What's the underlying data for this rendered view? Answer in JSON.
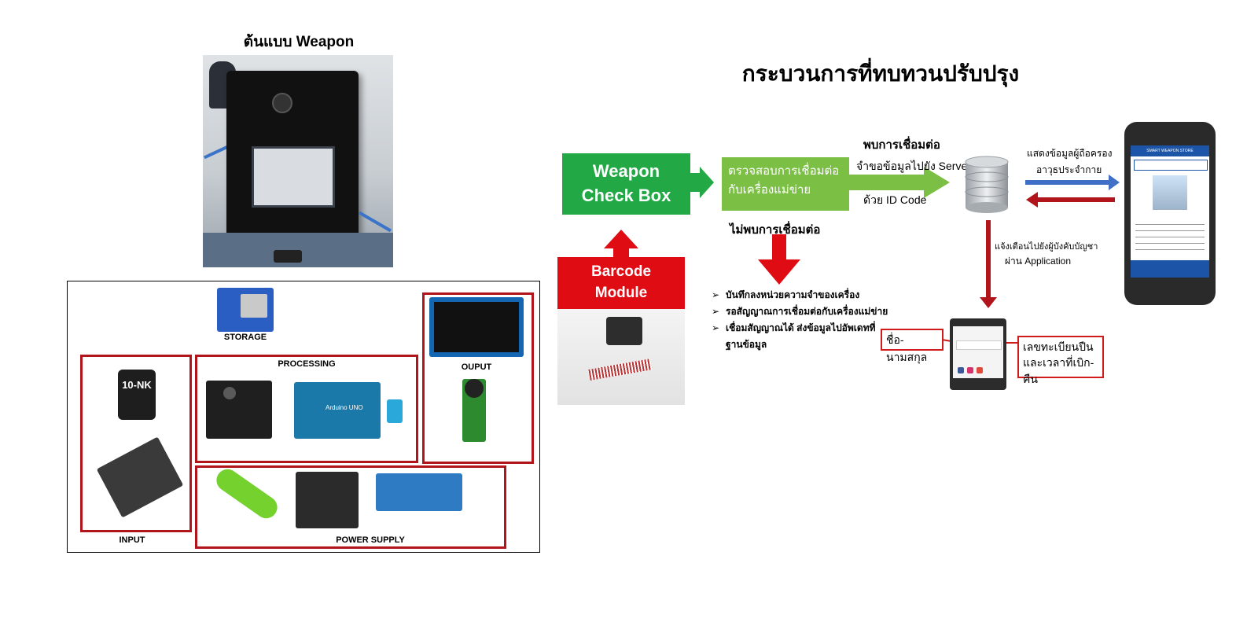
{
  "prototype": {
    "title": "ต้นแบบ Weapon"
  },
  "hardware": {
    "storage_label": "STORAGE",
    "processing_label": "PROCESSING",
    "output_label": "OUPUT",
    "input_label": "INPUT",
    "power_label": "POWER SUPPLY",
    "keypad_text": "10-NK",
    "board_text": "Arduino UNO"
  },
  "process": {
    "title": "กระบวนการที่ทบทวนปรับปรุง",
    "weapon_box": [
      "Weapon",
      "Check Box"
    ],
    "check_box": [
      "ตรวจสอบการเชื่อมต่อ",
      "กับเครื่องแม่ข่าย"
    ],
    "barcode_box": [
      "Barcode",
      "Module"
    ],
    "found_label": "พบการเชื่อมต่อ",
    "send_label": "จำขอข้อมูลไปยัง Server",
    "id_code_label": "ด้วย ID Code",
    "not_found_label": "ไม่พบการเชื่อมต่อ",
    "bullets": [
      "บันทึกลงหน่วยความจำของเครื่อง",
      "รอสัญญาณการเชื่อมต่อกับเครื่องแม่ข่าย",
      "เชื่อมสัญญาณได้ ส่งข้อมูลไปอัพเดทที่",
      "ฐานข้อมูล"
    ],
    "display_label": [
      "แสดงข้อมูลผู้ถือครอง",
      "อาวุธประจำกาย"
    ],
    "notify_label": [
      "แจ้งเตือนไปยังผู้บังคับบัญชา",
      "ผ่าน Application"
    ],
    "name_callout": "ชื่อ-นามสกุล",
    "serial_callout": [
      "เลขทะเบียนปืน",
      "และเวลาที่เบิก-คืน"
    ],
    "phone_header": "SMART WEAPON STORE"
  },
  "colors": {
    "green_dark": "#22a845",
    "green_light": "#7cbf45",
    "red": "#e00c14",
    "blue_arrow": "#3f6fc6",
    "dark_red_arrow": "#b1151b"
  }
}
